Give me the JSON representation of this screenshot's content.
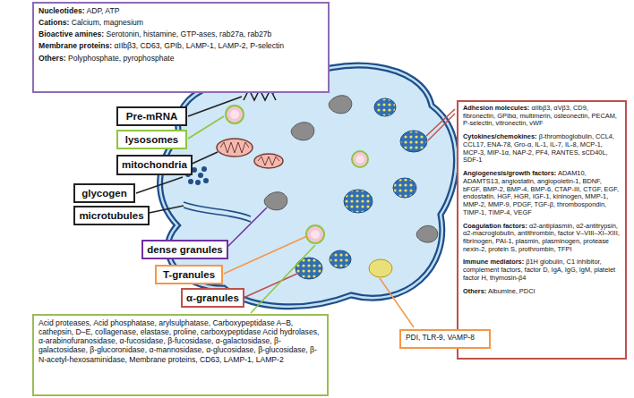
{
  "diagram": {
    "nodes": [
      {
        "text": [
          "Nucleotides:",
          "ADP, ATP",
          "Cations:",
          "Calcium, magnesium",
          "Bioactive amines:",
          "Serotonin, histamine, GTP-ases, rab27a, rab27b",
          "Membrane proteins:",
          "αIIbβ3, CD63, GPIb, LAMP-1, LAMP-2, P-selectin",
          "Others:",
          "Polyphosphate, pyrophosphate"
        ]
      },
      {
        "text": [
          "Adhesion molecules:",
          "αIIbβ3, αVβ3, CD9, fibronectin, GPIbα, multimerin, osteonectin, PECAM, P-selectin, vitronectin, vWF",
          "Cytokines/chemokines:",
          "β-thromboglobulin, CCL4, CCL17, ENA-78, Gro-α, IL-1, IL-7, IL-8, MCP-1, MCP-3, MIP-1α, NAP-2, PF4, RANTES, sCD40L, SDF-1",
          "Angiogenesis/growth factors:",
          "ADAM10, ADAMTS13, angiostatin, angiopoietin-1, BDNF, bFGF, BMP-2, BMP-4, BMP-6, CTAP-III, CTGF, EGF, endostatin, HGF, HGR, IGF-1, kininogen, MMP-1, MMP-2, MMP-9, PDGF, TGF-β, thrombospondin, TIMP-1, TIMP-4, VEGF",
          "Coagulation factors:",
          "α2-antiplasmin, α2-antitrypsin, α2-macroglobulin, antithrombin, factor V–VIII–XI–XIII, fibrinogen, PAI-1, plasmin, plasminogen, protease nexin-2, protein S, prothrombin, TFPI",
          "Immune mediators:",
          "β1H globulin, C1 inhibitor, complement factors, factor D, IgA, IgG, IgM, platelet factor H, thymosin-β4",
          "Others:",
          "Albumine, PDCI"
        ]
      },
      {
        "text": [
          "Pre-mRNA"
        ]
      },
      {
        "text": [
          "lysosomes"
        ]
      },
      {
        "text": [
          "mitochondria"
        ]
      },
      {
        "text": [
          "glycogen"
        ]
      },
      {
        "text": [
          "microtubules"
        ]
      },
      {
        "text": [
          "dense granules"
        ]
      },
      {
        "text": [
          "T-granules"
        ]
      },
      {
        "text": [
          "α-granules"
        ]
      },
      {
        "text": [
          "Acid proteases, Acid phosphatase, arylsulphatase, Carboxypeptidase A–B, cathepsin, D–E, collagenase, elastase, proline, carboxypeptidase Acid hydrolases, α-arabinofuranosidase, α-fucosidase, β-fucosidase, α-galactosidase, β-galactosidase, β-glucoronidase, α-mannosidase, α-glucosidase, β-glucosidase, β-N-acetyl-hexosaminidase, Membrane proteins, CD63, LAMP-1, LAMP-2"
        ]
      },
      {
        "text": [
          "PDI, TLR-9, VAMP-8"
        ]
      }
    ],
    "edges": []
  }
}
